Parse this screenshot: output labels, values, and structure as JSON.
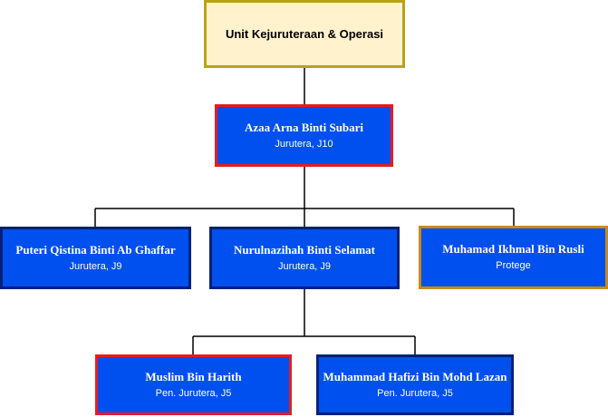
{
  "root": {
    "label": "Unit Kejuruteraan & Operasi"
  },
  "nodes": {
    "azaa": {
      "name": "Azaa Arna Binti Subari",
      "role": "Jurutera, J10"
    },
    "puteri": {
      "name": "Puteri Qistina Binti Ab Ghaffar",
      "role": "Jurutera, J9"
    },
    "nurul": {
      "name": "Nurulnazihah Binti Selamat",
      "role": "Jurutera, J9"
    },
    "ikhmal": {
      "name": "Muhamad Ikhmal Bin Rusli",
      "role": "Protege"
    },
    "muslim": {
      "name": "Muslim Bin Harith",
      "role": "Pen. Jurutera, J5"
    },
    "hafizi": {
      "name": "Muhammad Hafizi Bin Mohd Lazan",
      "role": "Pen. Jurutera, J5"
    }
  },
  "colors": {
    "root_fill": "#fff2cc",
    "root_border": "#b8a316",
    "node_fill": "#0050ef",
    "border_dark": "#001f7a",
    "border_red": "#e51c23",
    "border_gold": "#c8891a",
    "connector": "#000000"
  }
}
